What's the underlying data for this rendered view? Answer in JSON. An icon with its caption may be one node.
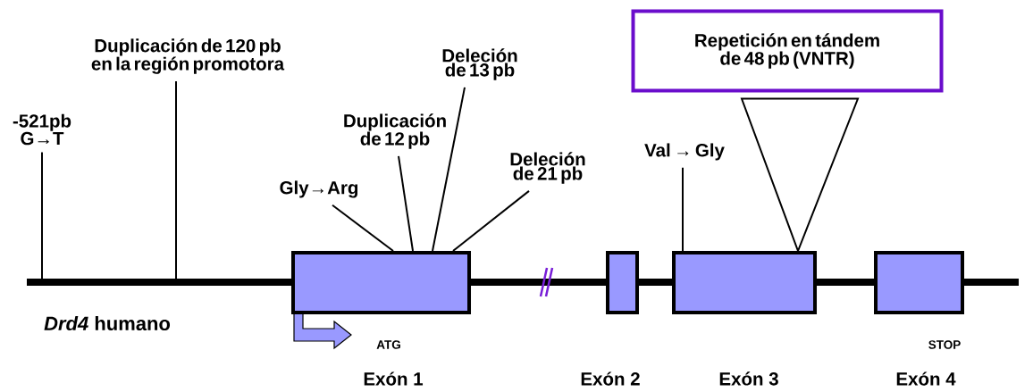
{
  "diagram": {
    "nodes": [
      {
        "text": [
          "-521pb G→T"
        ]
      },
      {
        "text": [
          "Duplicación de 120 pb en la región promotora"
        ]
      },
      {
        "text": [
          "Gly→Arg"
        ]
      },
      {
        "text": [
          "Duplicación de 12 pb"
        ]
      },
      {
        "text": [
          "Deleción de 13 pb"
        ]
      },
      {
        "text": [
          "Deleción de 21 pb"
        ]
      },
      {
        "text": [
          "Val → Gly"
        ]
      },
      {
        "text": [
          "Repetición en tándem de 48 pb (VNTR)"
        ]
      },
      {
        "text": [],
        "shape": "box",
        "beside": [
          "Exón 1"
        ]
      },
      {
        "text": [],
        "shape": "box",
        "beside": [
          "Exón 2"
        ]
      },
      {
        "text": [],
        "shape": "box",
        "beside": [
          "Exón 3"
        ]
      },
      {
        "text": [],
        "shape": "box",
        "beside": [
          "Exón 4"
        ]
      }
    ],
    "edges": [
      {
        "from": 0,
        "to": null,
        "arrow": "none"
      },
      {
        "from": 1,
        "to": null,
        "arrow": "none"
      },
      {
        "from": 2,
        "to": 8,
        "arrow": "none"
      },
      {
        "from": 3,
        "to": 8,
        "arrow": "none"
      },
      {
        "from": 4,
        "to": 8,
        "arrow": "none"
      },
      {
        "from": 5,
        "to": 8,
        "arrow": "none"
      },
      {
        "from": 6,
        "to": 10,
        "arrow": "none"
      },
      {
        "from": 7,
        "to": 10,
        "arrow": "none"
      }
    ],
    "labels": [
      "*Drd4* humano",
      "ATG",
      "STOP"
    ]
  }
}
